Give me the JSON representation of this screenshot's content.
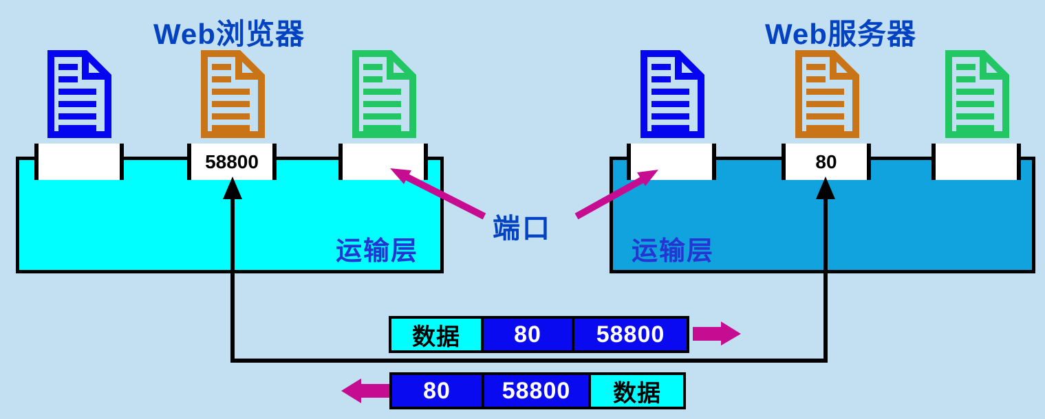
{
  "colors": {
    "background": "#c3dff2",
    "title_blue": "#0342c0",
    "label_blue": "#2535d2",
    "magenta": "#c60d92",
    "cyan": "#00ffff",
    "server_box_blue": "#10a3de",
    "packet_blue": "#0a0af0",
    "doc_blue": "#0505f0",
    "doc_orange": "#c97417",
    "doc_green": "#22c763"
  },
  "browser": {
    "title": "Web浏览器",
    "transport_layer_label": "运输层",
    "ports": [
      "",
      "58800",
      ""
    ]
  },
  "server": {
    "title": "Web服务器",
    "transport_layer_label": "运输层",
    "ports": [
      "",
      "80",
      ""
    ]
  },
  "port_callout_label": "端口",
  "packets": {
    "request": {
      "cells": [
        "数据",
        "80",
        "58800"
      ],
      "direction": "right"
    },
    "response": {
      "cells": [
        "80",
        "58800",
        "数据"
      ],
      "direction": "left"
    }
  }
}
